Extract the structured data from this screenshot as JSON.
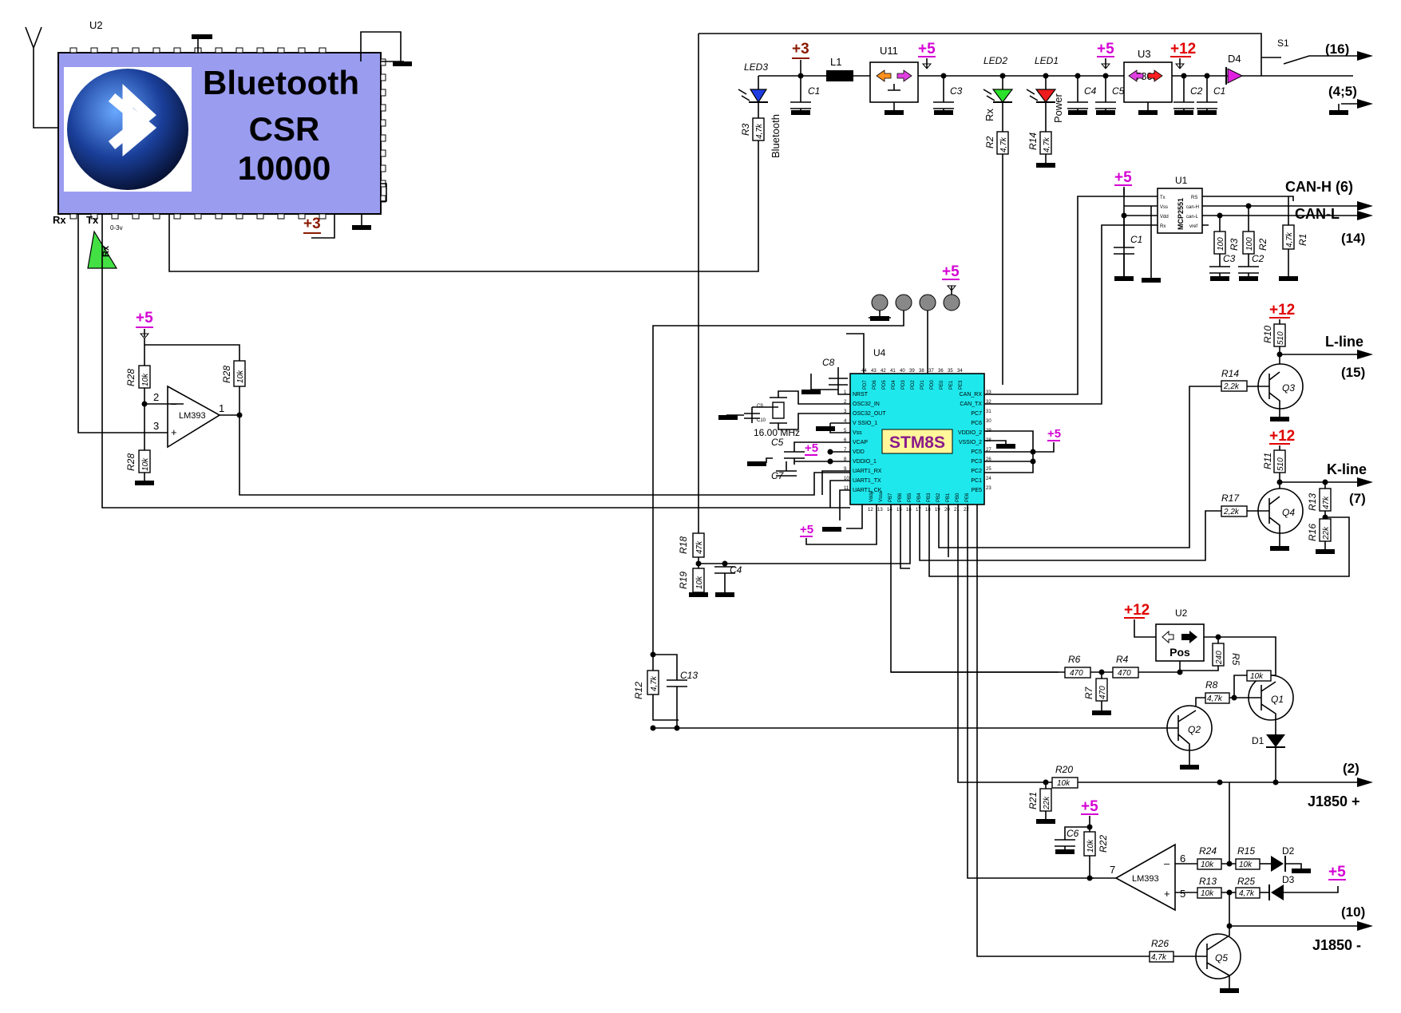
{
  "bluetooth_module": {
    "ref": "U2",
    "title_line1": "Bluetooth",
    "title_line2": "CSR",
    "title_line3": "10000",
    "pin_rx": "Rx",
    "pin_tx": "Tx",
    "tx_level": "0-3v",
    "rx_indicator": "Rx",
    "box_color": "#9a9cf0",
    "logo_color": "#1a3f9a"
  },
  "supply": {
    "plus3": "+3",
    "plus5": "+5",
    "plus12": "+12",
    "led3": "LED3",
    "led2": "LED2",
    "led1": "LED1",
    "led3_label": "Bluetooth",
    "led2_label": "Rx",
    "led1_label": "Power",
    "l1": "L1",
    "u11": "U11",
    "u3": "U3",
    "u3_part": "7805",
    "d4": "D4",
    "s1": "S1",
    "c1": "C1",
    "c2": "C2",
    "c3": "C3",
    "c4": "C4",
    "c5": "C5",
    "r3": "R3",
    "r3_val": "4,7k",
    "r2": "R2",
    "r2_val": "4,7k",
    "r14": "R14",
    "r14_val": "4,7k",
    "pin16": "(16)",
    "pin45": "(4;5)"
  },
  "can": {
    "u1": "U1",
    "chip": "MCP2551",
    "pin_tx": "Tx",
    "pin_vss": "Vss",
    "pin_vdd": "Vdd",
    "pin_rx": "Rx",
    "pin_rs": "RS",
    "pin_canh": "can-H",
    "pin_canl": "can-L",
    "pin_vref": "vref",
    "canh": "CAN-H (6)",
    "canl": "CAN-L",
    "pin14": "(14)",
    "c1": "C1",
    "c2": "C2",
    "c3": "C3",
    "r1": "R1",
    "r1_val": "4,7k",
    "r2": "R2",
    "r2_val": "100",
    "r3": "R3",
    "r3_val": "100",
    "plus5": "+5"
  },
  "comparator_bt": {
    "chip": "LM393",
    "plus5": "+5",
    "r28a": "R28",
    "r28a_val": "10k",
    "r28b": "R28",
    "r28b_val": "10k",
    "r28c": "R28",
    "r28c_val": "10k",
    "pin2": "2",
    "pin3": "3",
    "pin1": "1",
    "minus": "–",
    "plus": "+"
  },
  "mcu": {
    "ref": "U4",
    "name": "STM8S",
    "body_color": "#1ee8ec",
    "label_color": "#fff79a",
    "crystal": "16.00 MHz",
    "c8": "C8",
    "c5": "C5",
    "c7": "C7",
    "c9": "C9",
    "c10": "C10",
    "plus5a": "+5",
    "plus5b": "+5",
    "plus5c": "+5",
    "plus5d": "+5",
    "left_pins": [
      "NRST",
      "OSC32_IN",
      "OSC32_OUT",
      "V SSIO_1",
      "Vss",
      "VCAP",
      "VDD",
      "VDDIO_1",
      "UART1_RX",
      "UART1_TX",
      "UART1_CK"
    ],
    "left_nums": [
      "1",
      "2",
      "3",
      "4",
      "5",
      "6",
      "7",
      "8",
      "9",
      "10",
      "11"
    ],
    "right_pins": [
      "CAN_RX",
      "CAN_TX",
      "PC7",
      "PC6",
      "VDDIO_2",
      "VSSIO_2",
      "PC5",
      "PC3",
      "PC2",
      "PC1",
      "PE5"
    ],
    "right_nums": [
      "33",
      "32",
      "31",
      "30",
      "29",
      "28",
      "27",
      "26",
      "25",
      "24",
      "23"
    ],
    "top_pins": [
      "PD7",
      "PD6",
      "PD5",
      "PD4",
      "PD3",
      "PD2",
      "PD1",
      "PD0",
      "PE0",
      "PE1",
      "PE3"
    ],
    "top_nums": [
      "44",
      "43",
      "42",
      "41",
      "40",
      "39",
      "38",
      "37",
      "36",
      "35",
      "34"
    ],
    "bottom_pins": [
      "Vdda",
      "Vssa",
      "PB7",
      "PB6",
      "PB5",
      "PB4",
      "PB3",
      "PB2",
      "PB1",
      "PB0",
      "PE6"
    ],
    "bottom_nums": [
      "12",
      "13",
      "14",
      "15",
      "16",
      "17",
      "18",
      "19",
      "20",
      "21",
      "22"
    ],
    "r18": "R18",
    "r18_val": "47k",
    "r19": "R19",
    "r19_val": "10k",
    "c4": "C4"
  },
  "lline": {
    "plus12": "+12",
    "r10": "R10",
    "r10_val": "510",
    "label": "L-line",
    "pin": "(15)",
    "r14": "R14",
    "r14_val": "2,2k",
    "q3": "Q3"
  },
  "kline": {
    "plus12": "+12",
    "r11": "R11",
    "r11_val": "510",
    "label": "K-line",
    "pin": "(7)",
    "r17": "R17",
    "r17_val": "2,2k",
    "q4": "Q4",
    "r13": "R13",
    "r13_val": "47k",
    "r16": "R16",
    "r16_val": "22k"
  },
  "j1850": {
    "plus12": "+12",
    "u2": "U2",
    "reg": "Pos",
    "r5": "R5",
    "r5_val": "240",
    "r6": "R6",
    "r6_val": "470",
    "r4": "R4",
    "r4_val": "470",
    "r7": "R7",
    "r7_val": "470",
    "r8": "R8",
    "r8_val": "4,7k",
    "r10k": "10k",
    "q1": "Q1",
    "q2": "Q2",
    "d1": "D1",
    "r12": "R12",
    "r12_val": "4,7k",
    "c13": "C13",
    "r20": "R20",
    "r20_val": "10k",
    "r21": "R21",
    "r21_val": "22k",
    "plus_label": "J1850 +",
    "plus_pin": "(2)",
    "minus_label": "J1850 -",
    "minus_pin": "(10)",
    "plus5a": "+5",
    "plus5b": "+5",
    "c6": "C6",
    "r22": "R22",
    "r22_val": "10k",
    "chip": "LM393",
    "pin6": "6",
    "pin5": "5",
    "pin7": "7",
    "minus": "–",
    "plus": "+",
    "r24": "R24",
    "r24_val": "10k",
    "r15": "R15",
    "r15_val": "10k",
    "d2": "D2",
    "r13": "R13",
    "r13_val": "10k",
    "r25": "R25",
    "r25_val": "4,7k",
    "d3": "D3",
    "r26": "R26",
    "r26_val": "4,7k",
    "q5": "Q5"
  }
}
